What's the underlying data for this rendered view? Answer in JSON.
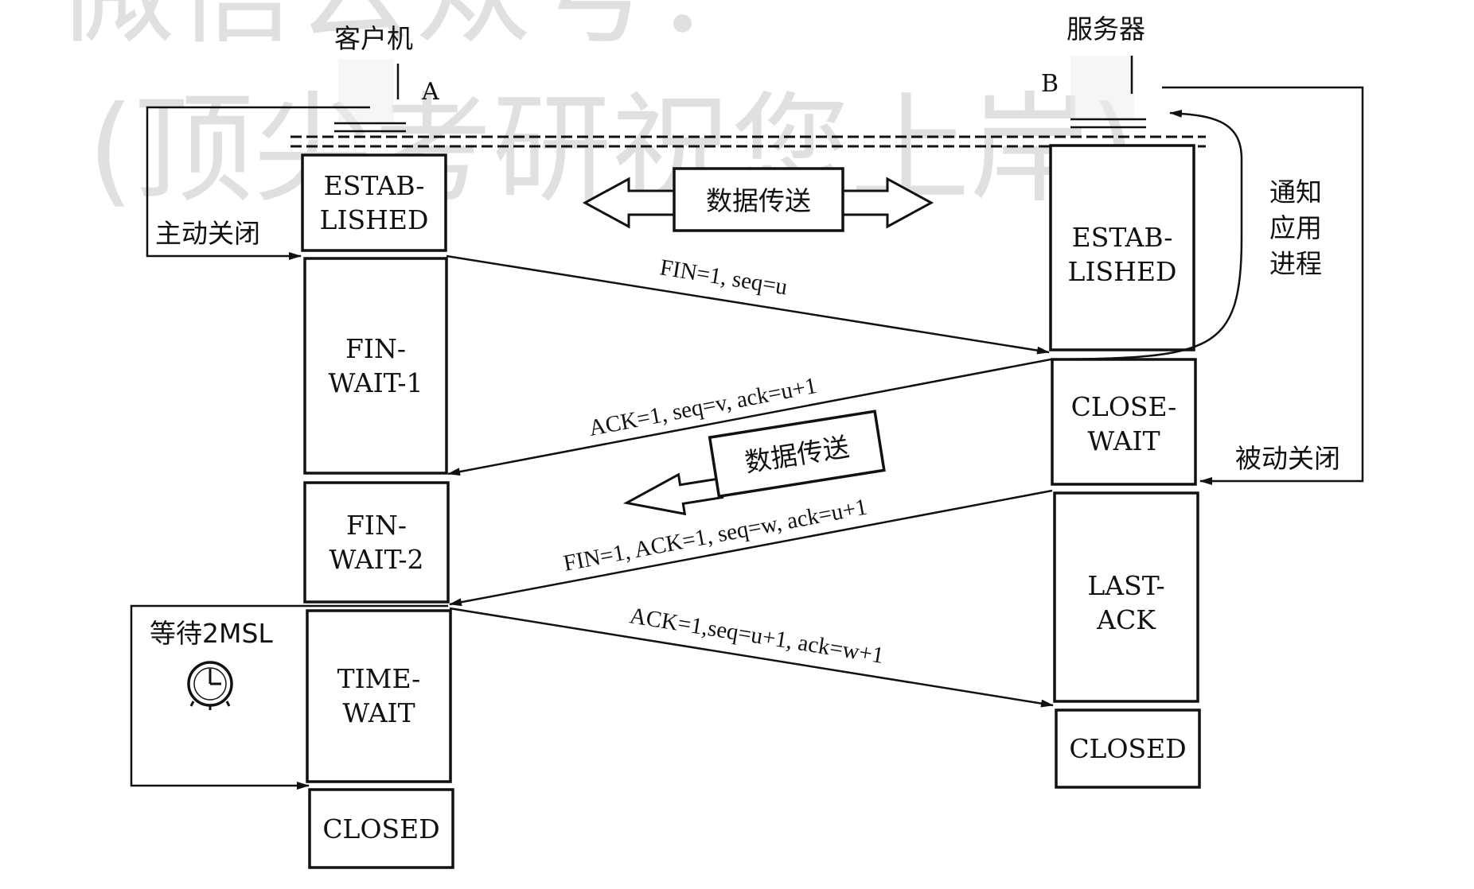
{
  "watermark": {
    "line1": "微信公众号：",
    "line2": "(顶尖考研祝您上岸)"
  },
  "hosts": {
    "client": "客户机",
    "client_letter": "A",
    "server": "服务器",
    "server_letter": "B"
  },
  "client_states": {
    "established_1": "ESTAB-",
    "established_2": "LISHED",
    "fin_wait_1_a": "FIN-",
    "fin_wait_1_b": "WAIT-1",
    "fin_wait_2_a": "FIN-",
    "fin_wait_2_b": "WAIT-2",
    "time_wait_a": "TIME-",
    "time_wait_b": "WAIT",
    "closed": "CLOSED"
  },
  "server_states": {
    "established_1": "ESTAB-",
    "established_2": "LISHED",
    "close_wait_a": "CLOSE-",
    "close_wait_b": "WAIT",
    "last_ack_a": "LAST-",
    "last_ack_b": "ACK",
    "closed": "CLOSED"
  },
  "labels": {
    "active_close": "主动关闭",
    "passive_close": "被动关闭",
    "notify_1": "通知",
    "notify_2": "应用",
    "notify_3": "进程",
    "data_transfer_1": "数据传送",
    "data_transfer_2": "数据传送",
    "wait_2msl": "等待2MSL"
  },
  "messages": {
    "m1": "FIN=1, seq=u",
    "m2": "ACK=1, seq=v, ack=u+1",
    "m3": "FIN=1, ACK=1, seq=w, ack=u+1",
    "m4": "ACK=1,seq=u+1, ack=w+1"
  },
  "icons": {
    "clock": "clock-icon"
  }
}
